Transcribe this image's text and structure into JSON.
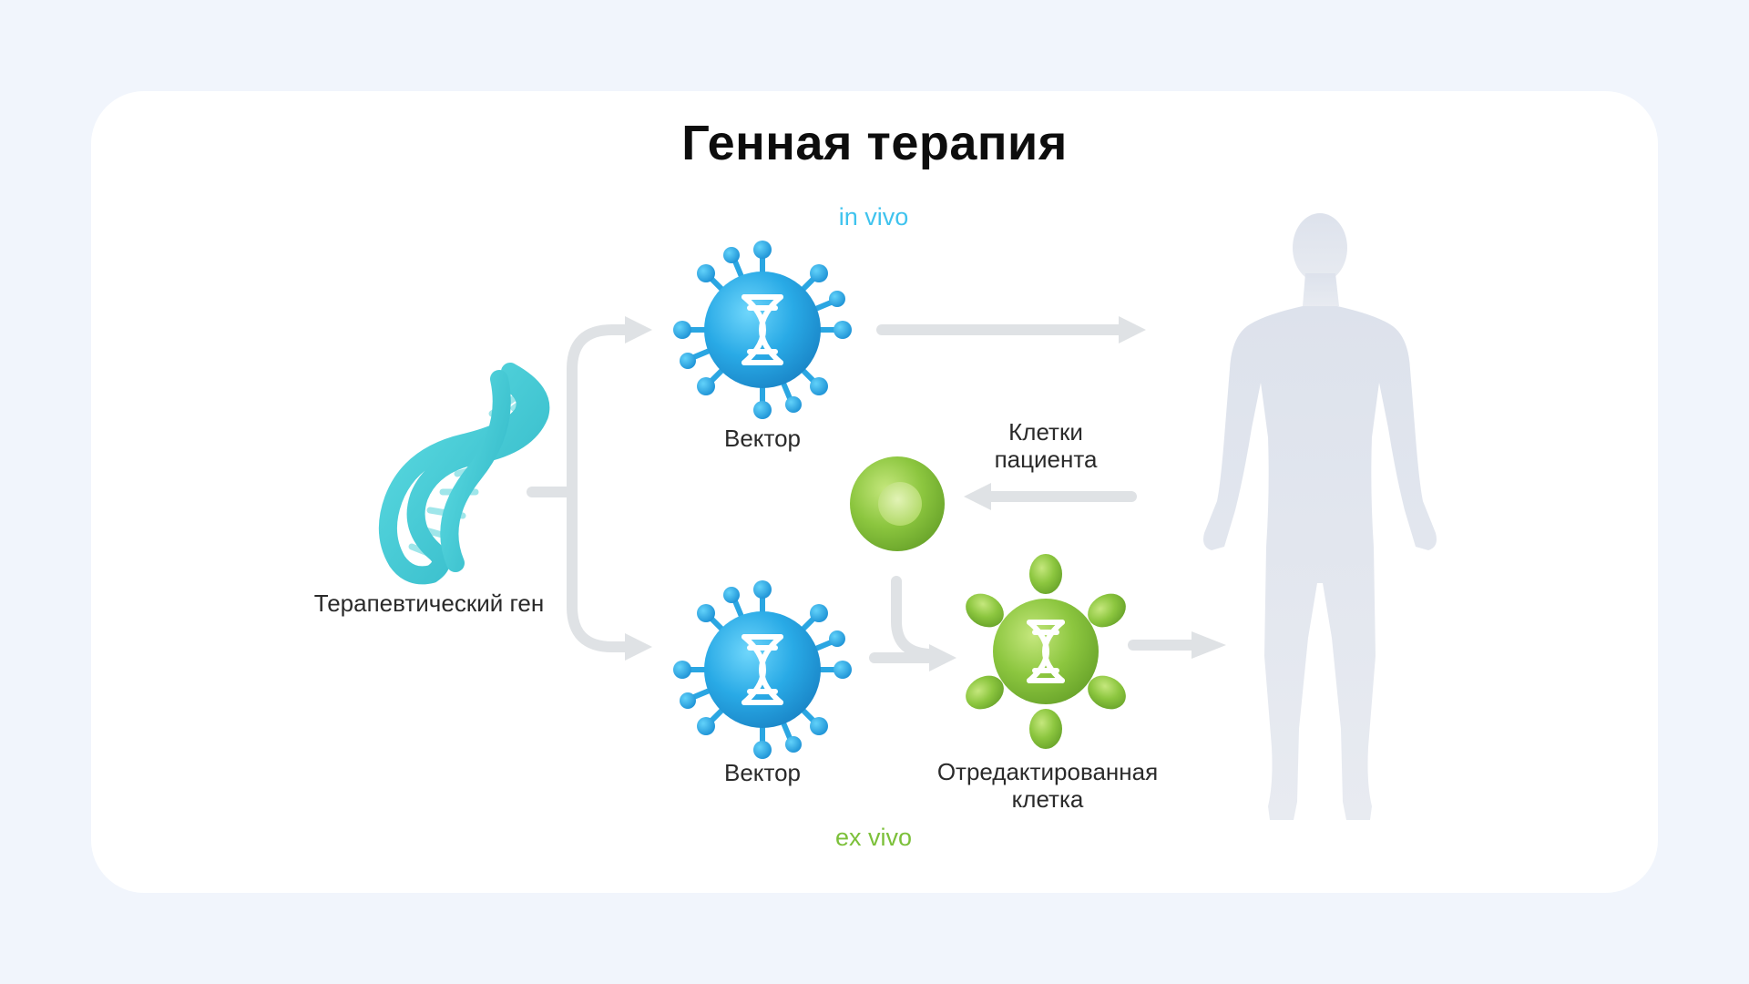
{
  "title": "Генная терапия",
  "labels": {
    "in_vivo": "in vivo",
    "ex_vivo": "ex vivo",
    "therapeutic_gene": "Терапевтический ген",
    "vector_top": "Вектор",
    "vector_bottom": "Вектор",
    "patient_cells": "Клетки пациента",
    "edited_cell": "Отредактированная клетка"
  },
  "colors": {
    "background": "#f1f5fc",
    "card": "#ffffff",
    "in_vivo": "#3fc3ee",
    "ex_vivo": "#7cc03a",
    "vector": "#27a9e6",
    "cell": "#8cc63f",
    "dna": "#3cc3cf",
    "arrow": "#dfe2e5",
    "human": "#e3e6ee"
  },
  "icons": [
    "dna-helix-icon",
    "vector-virus-icon",
    "patient-cell-icon",
    "edited-cell-icon",
    "human-silhouette-icon",
    "arrow-icon"
  ]
}
